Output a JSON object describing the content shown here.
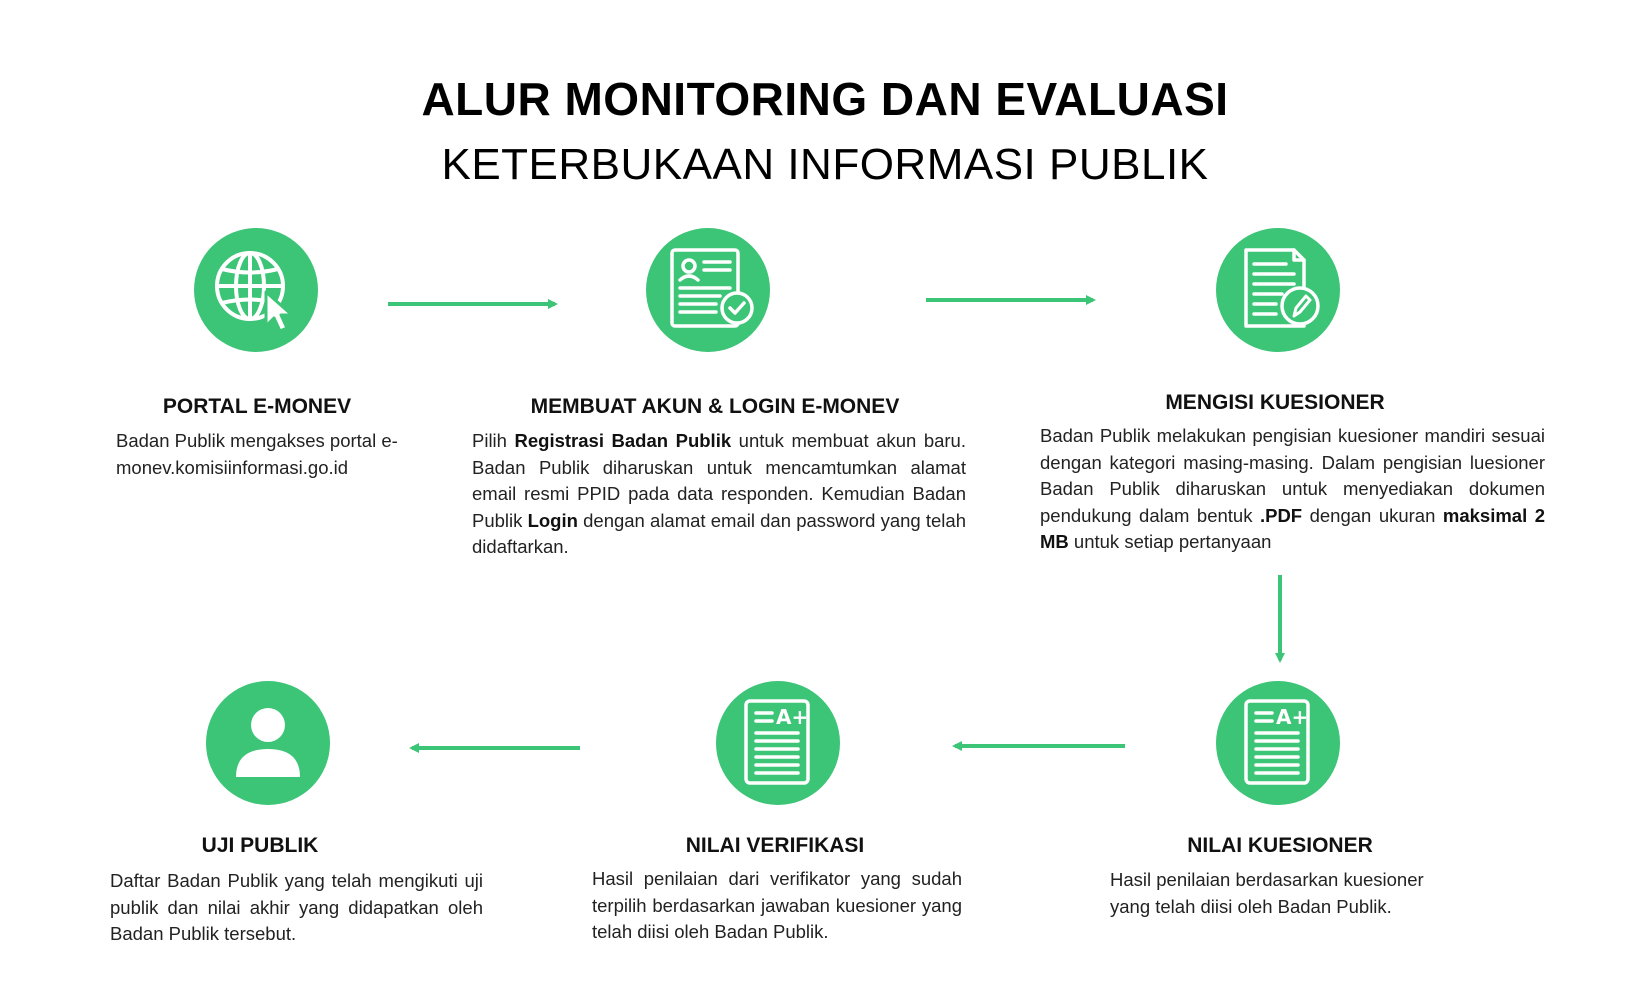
{
  "header": {
    "title": "ALUR MONITORING DAN EVALUASI",
    "subtitle": "KETERBUKAAN INFORMASI PUBLIK"
  },
  "colors": {
    "accent": "#3cc477",
    "text": "#111111"
  },
  "steps": [
    {
      "icon": "globe-cursor-icon",
      "title": "PORTAL E-MONEV",
      "desc_parts": [
        "Badan Publik mengakses portal e-monev.komisiinformasi.go.id"
      ]
    },
    {
      "icon": "profile-form-check-icon",
      "title": "MEMBUAT AKUN & LOGIN E-MONEV",
      "desc_parts": [
        "Pilih ",
        "Registrasi Badan Publik",
        " untuk membuat akun baru.  Badan Publik diharuskan untuk mencamtumkan alamat email resmi PPID pada data responden. Kemudian Badan Publik ",
        "Login",
        " dengan alamat email dan password yang telah didaftarkan."
      ]
    },
    {
      "icon": "document-edit-icon",
      "title": "MENGISI KUESIONER",
      "desc_parts": [
        "Badan Publik melakukan pengisian kuesioner mandiri sesuai dengan kategori masing-masing. Dalam pengisian luesioner Badan Publik diharuskan untuk menyediakan dokumen pendukung dalam bentuk ",
        ".PDF",
        " dengan ukuran ",
        "maksimal 2 MB",
        " untuk setiap pertanyaan"
      ]
    },
    {
      "icon": "graded-document-icon",
      "title": "NILAI KUESIONER",
      "desc_parts": [
        "Hasil penilaian berdasarkan kuesioner yang telah diisi oleh Badan Publik."
      ]
    },
    {
      "icon": "graded-document-icon",
      "title": "NILAI VERIFIKASI",
      "desc_parts": [
        "Hasil penilaian dari verifikator yang sudah terpilih berdasarkan jawaban kuesioner yang telah diisi oleh Badan Publik."
      ]
    },
    {
      "icon": "user-icon",
      "title": "UJI PUBLIK",
      "desc_parts": [
        "Daftar Badan Publik yang telah mengikuti uji publik dan nilai akhir yang didapatkan oleh Badan Publik tersebut."
      ]
    }
  ],
  "grade_badge": "A+"
}
